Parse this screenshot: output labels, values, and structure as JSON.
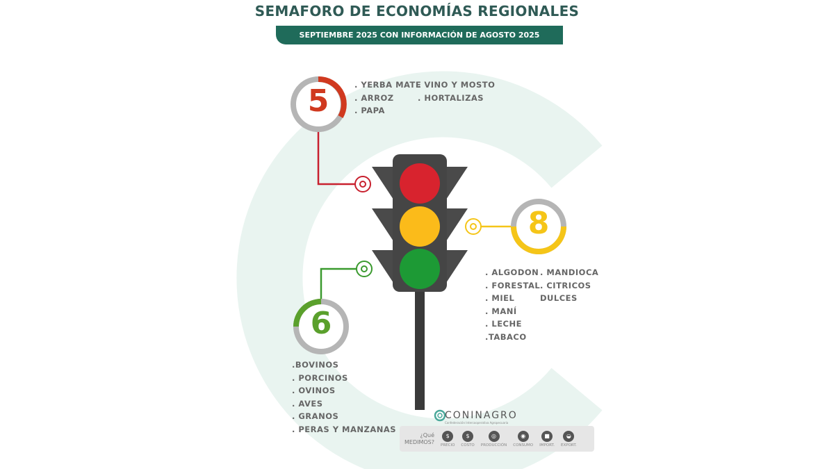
{
  "header": {
    "title": "SEMAFORO DE ECONOMÍAS REGIONALES",
    "subtitle": "SEPTIEMBRE 2025 CON INFORMACIÓN DE AGOSTO 2025"
  },
  "colors": {
    "red": "#d0391f",
    "yellow": "#f5c518",
    "green": "#5aa02c",
    "teal": "#1f6b5a"
  },
  "red": {
    "count": "5",
    "col1": [
      ". YERBA MATE",
      ". ARROZ",
      ". PAPA"
    ],
    "col2": [
      ". VINO Y MOSTO",
      ". HORTALIZAS"
    ]
  },
  "yellow": {
    "count": "8",
    "col1": [
      ". ALGODON",
      ". FORESTAL",
      ". MIEL",
      ". MANÍ",
      ". LECHE",
      ".TABACO"
    ],
    "col2": [
      ". MANDIOCA",
      ". CITRICOS",
      "DULCES"
    ]
  },
  "green": {
    "count": "6",
    "col1": [
      ".BOVINOS",
      ". PORCINOS",
      ". OVINOS",
      ". AVES",
      ". GRANOS",
      ". PERAS Y MANZANAS"
    ]
  },
  "footer": {
    "brand": "CONINAGRO",
    "brand_sub": "Confederación Intercooperativa Agropecuaria",
    "question": "¿Qué MEDIMOS?",
    "measures": [
      {
        "icon": "$",
        "label": "PRECIO"
      },
      {
        "icon": "$",
        "label": "COSTO"
      },
      {
        "icon": "◎",
        "label": "PRODUCCIÓN"
      },
      {
        "icon": "◉",
        "label": "CONSUMO"
      },
      {
        "icon": "■",
        "label": "IMPORT."
      },
      {
        "icon": "◒",
        "label": "EXPORT."
      }
    ]
  }
}
